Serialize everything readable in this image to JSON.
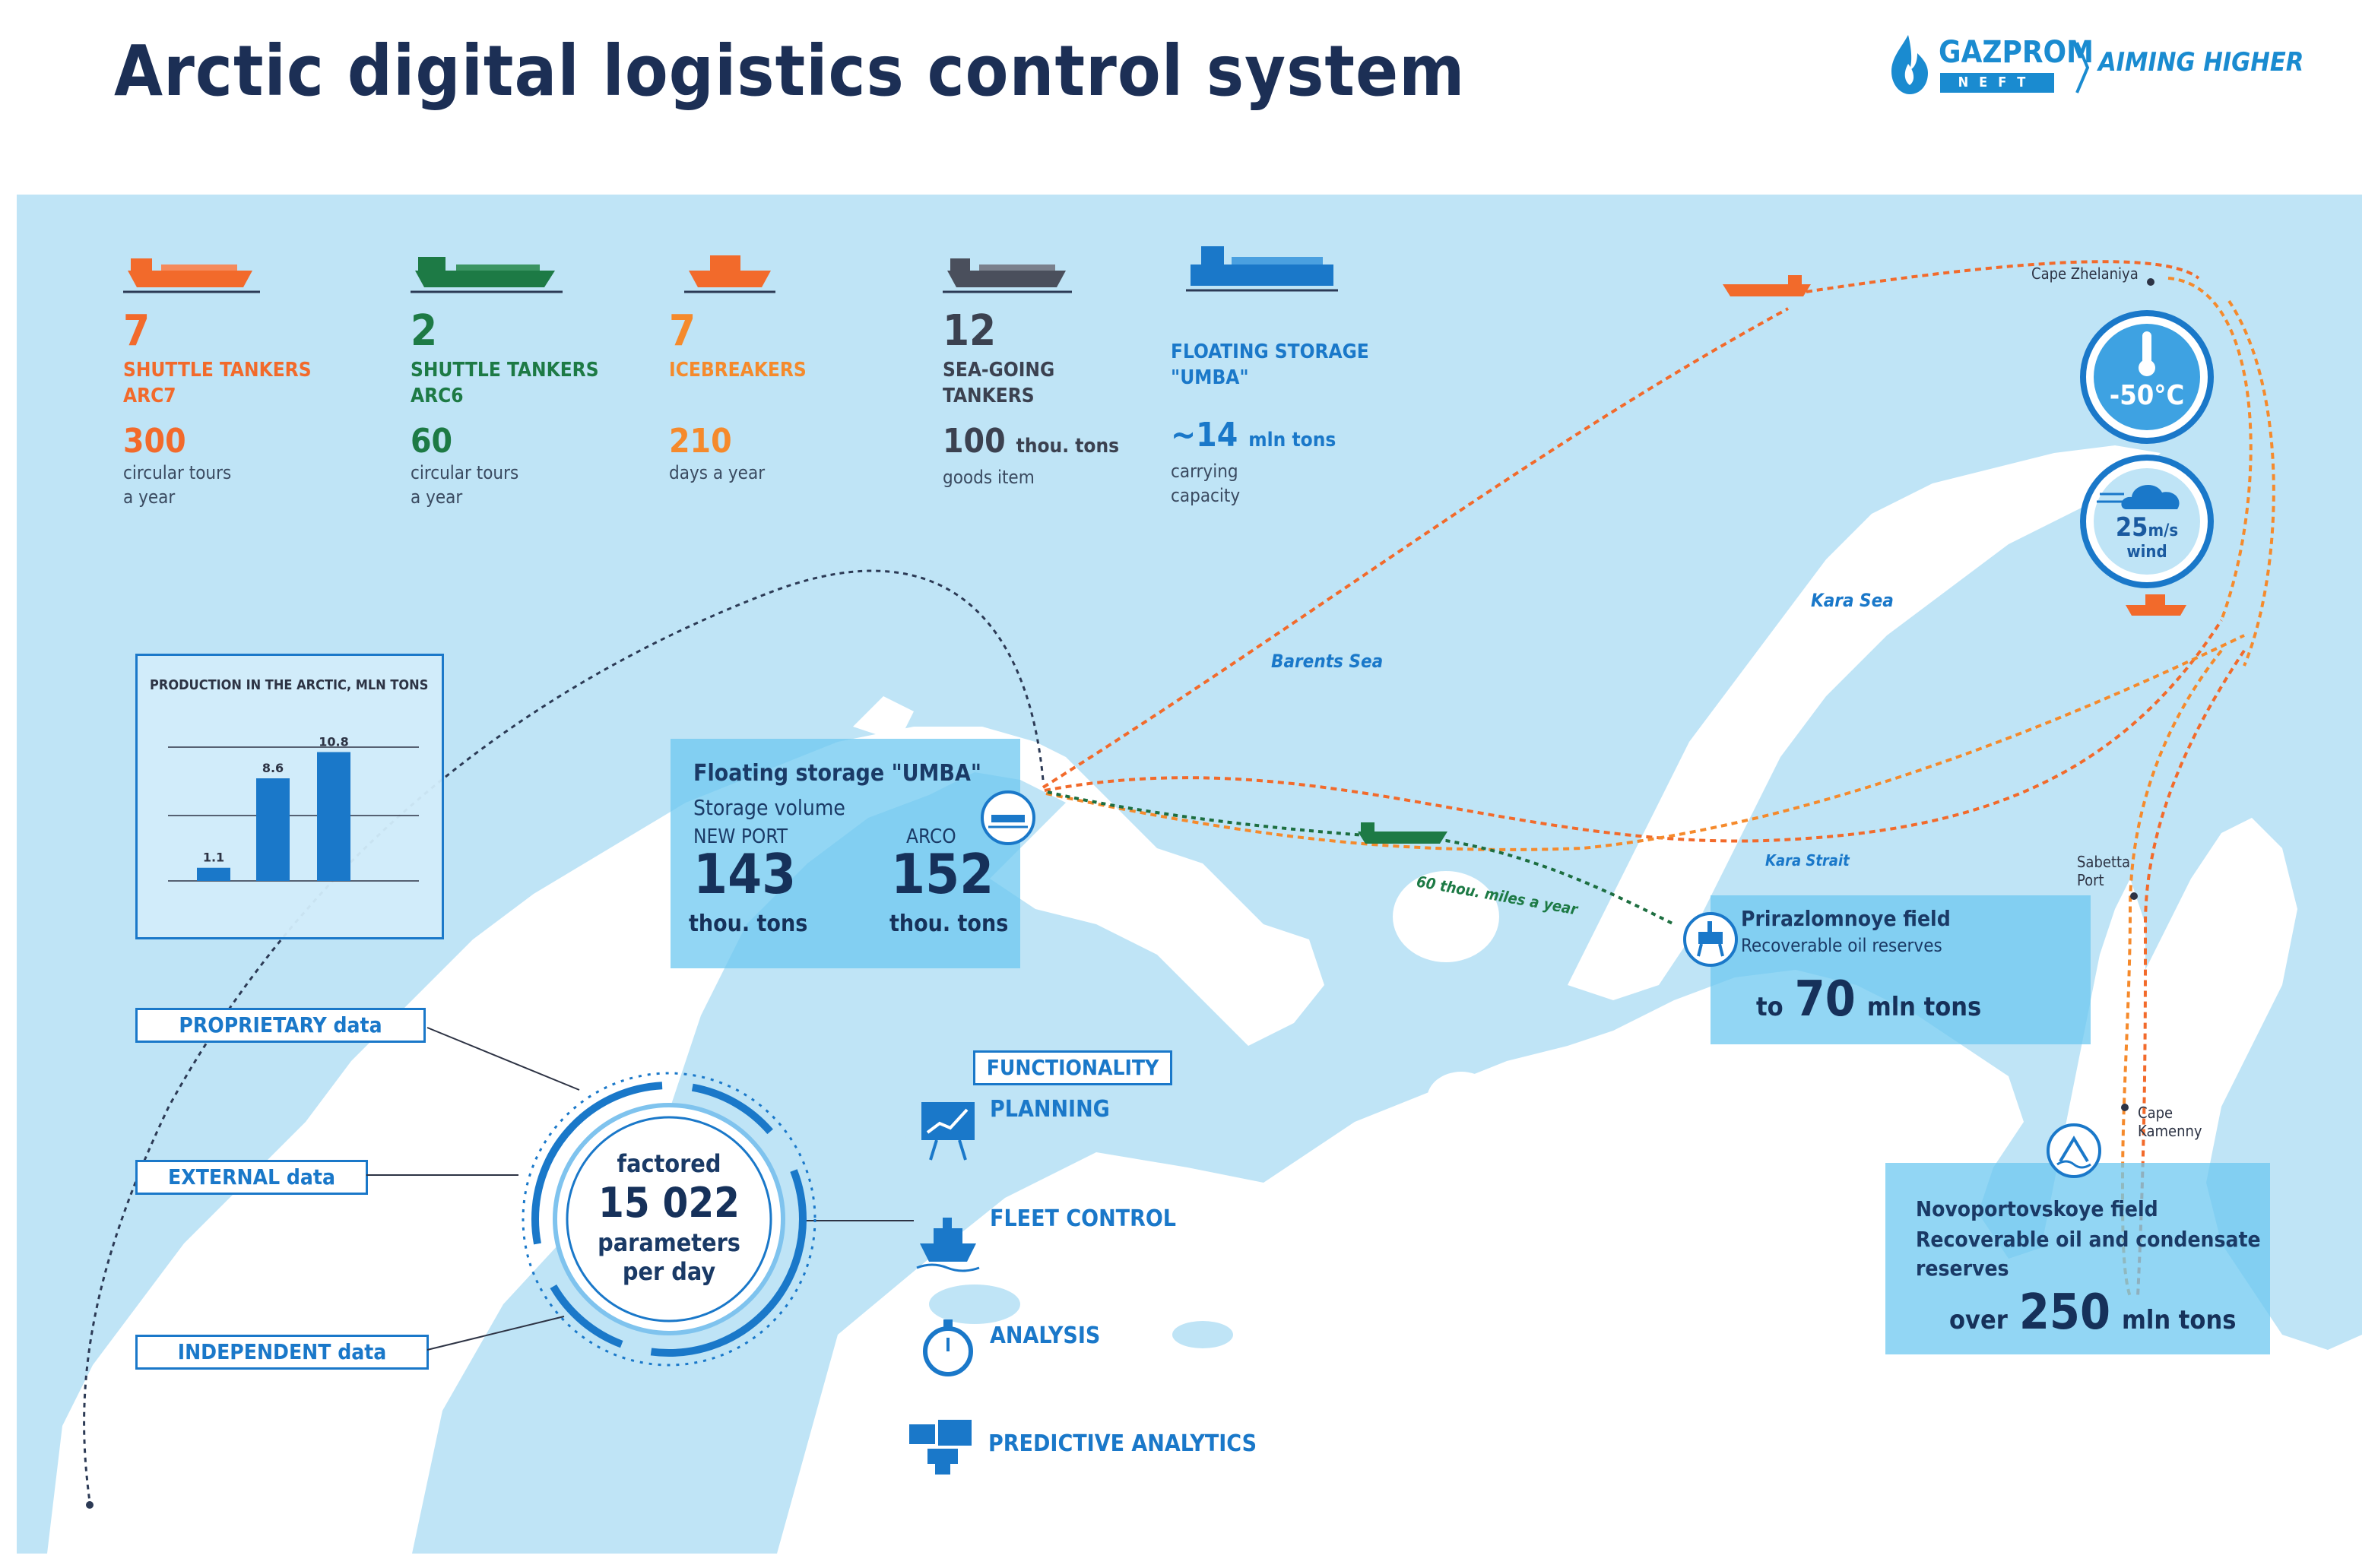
{
  "header": {
    "title": "Arctic digital logistics control system",
    "logo_brand": "GAZPROM",
    "logo_sub": "NEFT",
    "slogan": "AIMING HIGHER"
  },
  "fleet": [
    {
      "number": "7",
      "label": "SHUTTLE TANKERS\nARC7",
      "value": "300",
      "unit": "",
      "note": "circular tours\na year",
      "color": "#f26a2b"
    },
    {
      "number": "2",
      "label": "SHUTTLE TANKERS\nARC6",
      "value": "60",
      "unit": "",
      "note": "circular tours\na year",
      "color": "#1d7a45"
    },
    {
      "number": "7",
      "label": "ICEBREAKERS",
      "value": "210",
      "unit": "",
      "note": "days a year",
      "color": "#f58a2c"
    },
    {
      "number": "12",
      "label": "SEA-GOING\nTANKERS",
      "value": "100",
      "unit": "thou. tons",
      "note": "goods item",
      "color": "#3b4150"
    },
    {
      "number": "",
      "label": "FLOATING STORAGE\n\"UMBA\"",
      "value": "~14",
      "unit": "mln tons",
      "note": "carrying\ncapacity",
      "color": "#1a78c9"
    }
  ],
  "weather": {
    "temperature": "-50°C",
    "wind_value": "25",
    "wind_unit": "m/s",
    "wind_label": "wind"
  },
  "production_chart": {
    "title": "PRODUCTION IN THE ARCTIC, MLN TONS"
  },
  "chart_data": {
    "type": "bar",
    "title": "PRODUCTION IN THE ARCTIC, MLN TONS",
    "categories": [
      "",
      "",
      ""
    ],
    "values": [
      1.1,
      8.6,
      10.8
    ],
    "ylim": [
      0,
      12
    ]
  },
  "storage_panel": {
    "title": "Floating storage \"UMBA\"",
    "subtitle": "Storage volume",
    "left_label": "NEW PORT",
    "left_value": "143",
    "left_unit": "thou. tons",
    "right_label": "ARCO",
    "right_value": "152",
    "right_unit": "thou. tons"
  },
  "prirazlomnoye": {
    "title": "Prirazlomnoye field",
    "subtitle": "Recoverable oil reserves",
    "prefix": "to",
    "value": "70",
    "unit": "mln tons"
  },
  "novoportovskoye": {
    "title": "Novoportovskoye field",
    "subtitle": "Recoverable oil and condensate\nreserves",
    "prefix": "over",
    "value": "250",
    "unit": "mln tons"
  },
  "route_label": "60 thou. miles a year",
  "seas": {
    "barents": "Barents Sea",
    "kara": "Kara Sea",
    "kara_strait": "Kara Strait"
  },
  "places": {
    "cape_zhelaniya": "Cape Zhelaniya",
    "sabetta": "Sabetta\nPort",
    "cape_kamenny": "Cape\nKamenny"
  },
  "data_sources": [
    "PROPRIETARY data",
    "EXTERNAL data",
    "INDEPENDENT data"
  ],
  "hub": {
    "line1": "factored",
    "value": "15 022",
    "line3": "parameters",
    "line4": "per day"
  },
  "functionality": {
    "header": "FUNCTIONALITY",
    "items": [
      {
        "label": "PLANNING",
        "icon": "chart-board-icon"
      },
      {
        "label": "FLEET CONTROL",
        "icon": "ship-icon"
      },
      {
        "label": "ANALYSIS",
        "icon": "stopwatch-icon"
      },
      {
        "label": "PREDICTIVE ANALYTICS",
        "icon": "analytics-icon"
      }
    ]
  }
}
